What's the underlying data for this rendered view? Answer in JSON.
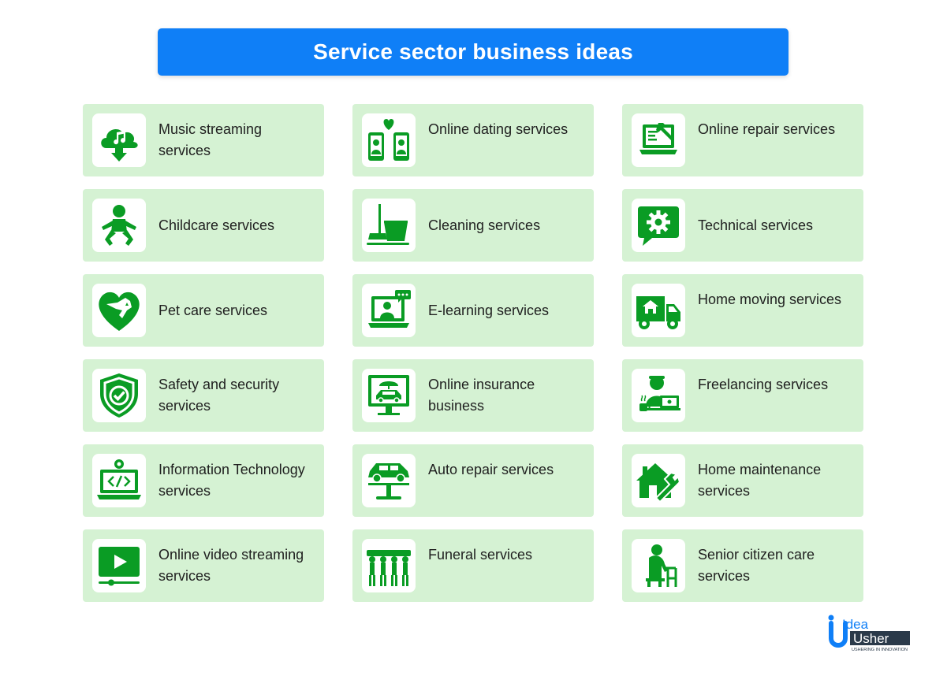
{
  "title": "Service sector business ideas",
  "accent_color": "#0f7ff7",
  "icon_color": "#0a9c24",
  "card_background": "#d5f2d3",
  "cards": [
    {
      "label": "Music streaming services",
      "icon": "cloud-music-icon"
    },
    {
      "label": "Online dating services",
      "icon": "phone-heart-icon"
    },
    {
      "label": "Online repair services",
      "icon": "laptop-wrench-icon"
    },
    {
      "label": "Childcare services",
      "icon": "child-icon"
    },
    {
      "label": "Cleaning services",
      "icon": "mop-bucket-icon"
    },
    {
      "label": "Technical services",
      "icon": "gear-chat-icon"
    },
    {
      "label": "Pet care services",
      "icon": "heart-pet-icon"
    },
    {
      "label": "E-learning services",
      "icon": "laptop-person-icon"
    },
    {
      "label": "Home moving services",
      "icon": "moving-truck-icon"
    },
    {
      "label": "Safety and security services",
      "icon": "shield-check-icon"
    },
    {
      "label": "Online insurance business",
      "icon": "monitor-car-umbrella-icon"
    },
    {
      "label": "Freelancing services",
      "icon": "freelancer-icon"
    },
    {
      "label": "Information Technology services",
      "icon": "laptop-code-gear-icon"
    },
    {
      "label": "Auto repair services",
      "icon": "car-lift-icon"
    },
    {
      "label": "Home maintenance services",
      "icon": "house-wrench-icon"
    },
    {
      "label": "Online video streaming services",
      "icon": "video-play-icon"
    },
    {
      "label": "Funeral services",
      "icon": "pallbearers-icon"
    },
    {
      "label": "Senior citizen care services",
      "icon": "elderly-walker-icon"
    }
  ],
  "logo": {
    "line1": "Idea",
    "line2": "Usher",
    "tagline": "USHERING IN INNOVATION"
  }
}
